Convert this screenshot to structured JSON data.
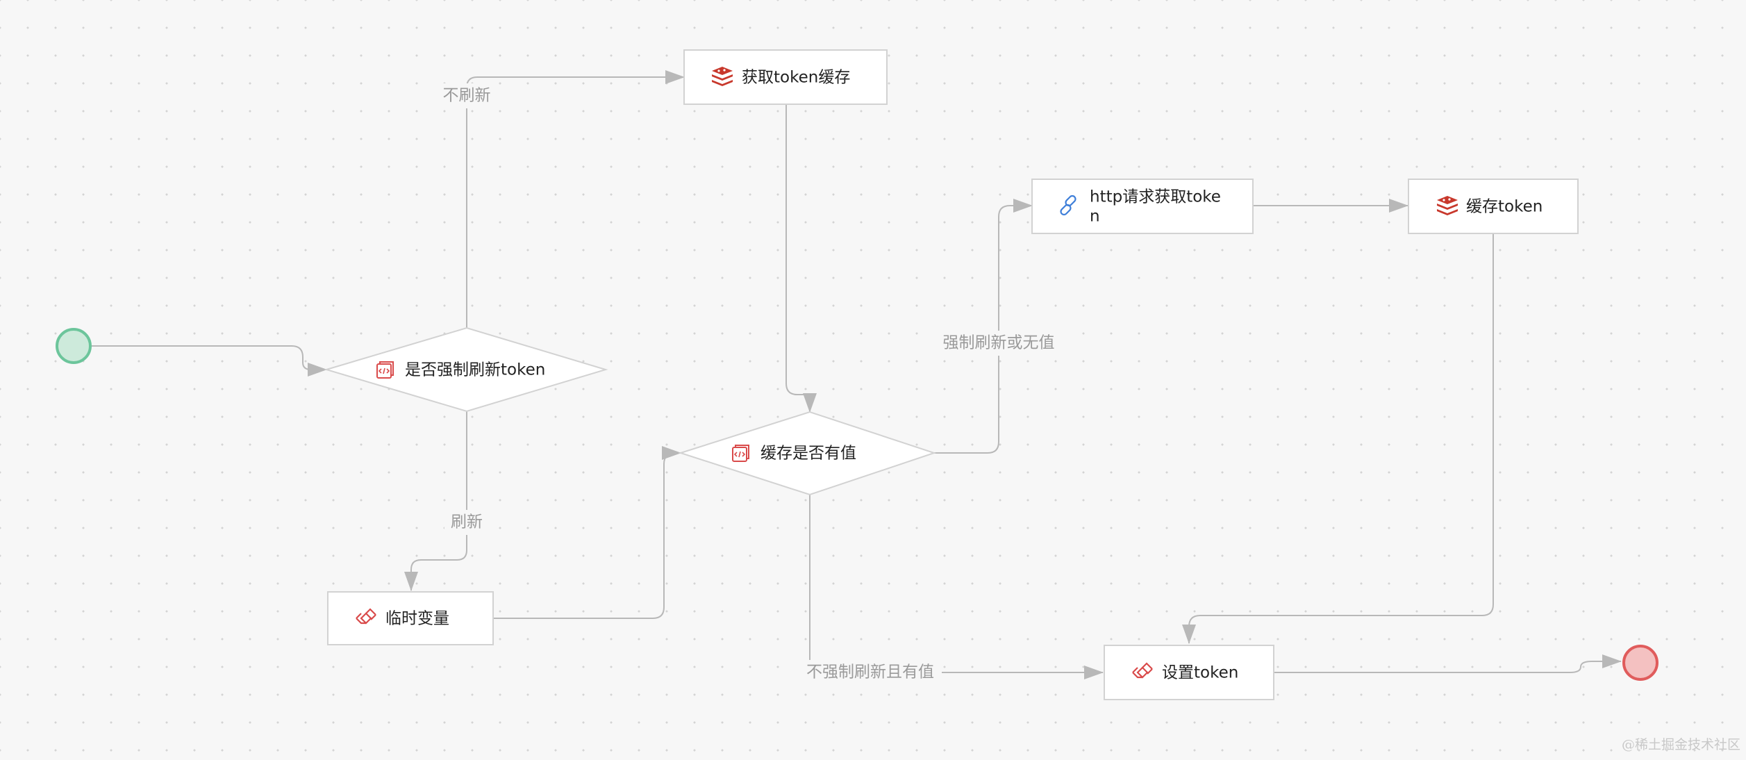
{
  "nodes": {
    "start": {
      "color_fill": "#cdeadb",
      "color_stroke": "#6cc59b"
    },
    "end": {
      "color_fill": "#f4c1c1",
      "color_stroke": "#e05c5c"
    },
    "force_refresh_check": {
      "label": "是否强制刷新token",
      "icon": "code-block-icon"
    },
    "get_token_cache": {
      "label": "获取token缓存",
      "icon": "redis-stack-icon"
    },
    "temp_variable": {
      "label": "临时变量",
      "icon": "variable-diamond-icon"
    },
    "cache_has_value": {
      "label": "缓存是否有值",
      "icon": "code-block-icon"
    },
    "http_get_token": {
      "label_line1": "http请求获取toke",
      "label_line2": "n",
      "icon": "link-chain-icon"
    },
    "cache_token": {
      "label": "缓存token",
      "icon": "redis-stack-icon"
    },
    "set_token": {
      "label": "设置token",
      "icon": "variable-diamond-icon"
    }
  },
  "edges": {
    "no_refresh": "不刷新",
    "refresh": "刷新",
    "force_or_empty": "强制刷新或无值",
    "not_force_and_has_value": "不强制刷新且有值"
  },
  "colors": {
    "edge": "#b8b8b8",
    "edge_label": "#9a9a9a",
    "redis_icon": "#c8382c",
    "code_icon": "#d94a4a",
    "link_icon": "#3f7fd9"
  },
  "watermark": "@稀土掘金技术社区"
}
